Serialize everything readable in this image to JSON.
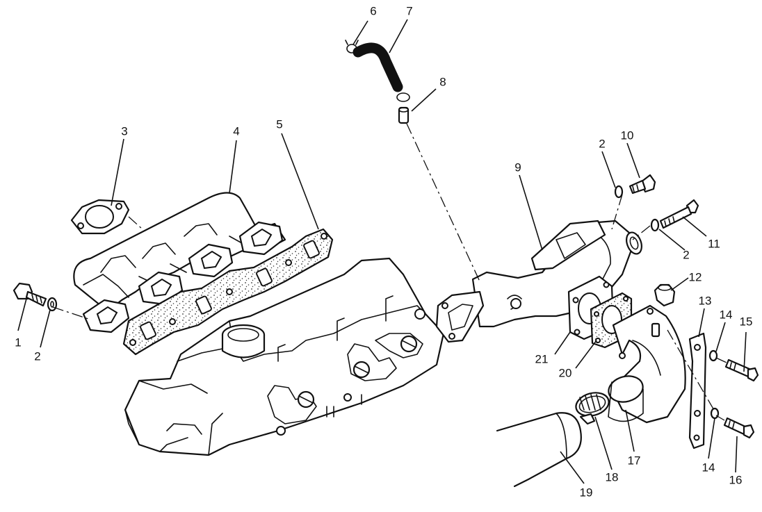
{
  "callouts": [
    {
      "id": "c1",
      "text": "1"
    },
    {
      "id": "c2a",
      "text": "2"
    },
    {
      "id": "c2b",
      "text": "2"
    },
    {
      "id": "c2c",
      "text": "2"
    },
    {
      "id": "c3",
      "text": "3"
    },
    {
      "id": "c4",
      "text": "4"
    },
    {
      "id": "c5",
      "text": "5"
    },
    {
      "id": "c6",
      "text": "6"
    },
    {
      "id": "c7",
      "text": "7"
    },
    {
      "id": "c8",
      "text": "8"
    },
    {
      "id": "c9",
      "text": "9"
    },
    {
      "id": "c10",
      "text": "10"
    },
    {
      "id": "c11",
      "text": "11"
    },
    {
      "id": "c12",
      "text": "12"
    },
    {
      "id": "c13",
      "text": "13"
    },
    {
      "id": "c14a",
      "text": "14"
    },
    {
      "id": "c14b",
      "text": "14"
    },
    {
      "id": "c15",
      "text": "15"
    },
    {
      "id": "c16",
      "text": "16"
    },
    {
      "id": "c17",
      "text": "17"
    },
    {
      "id": "c18",
      "text": "18"
    },
    {
      "id": "c19",
      "text": "19"
    },
    {
      "id": "c20",
      "text": "20"
    },
    {
      "id": "c21",
      "text": "21"
    }
  ]
}
